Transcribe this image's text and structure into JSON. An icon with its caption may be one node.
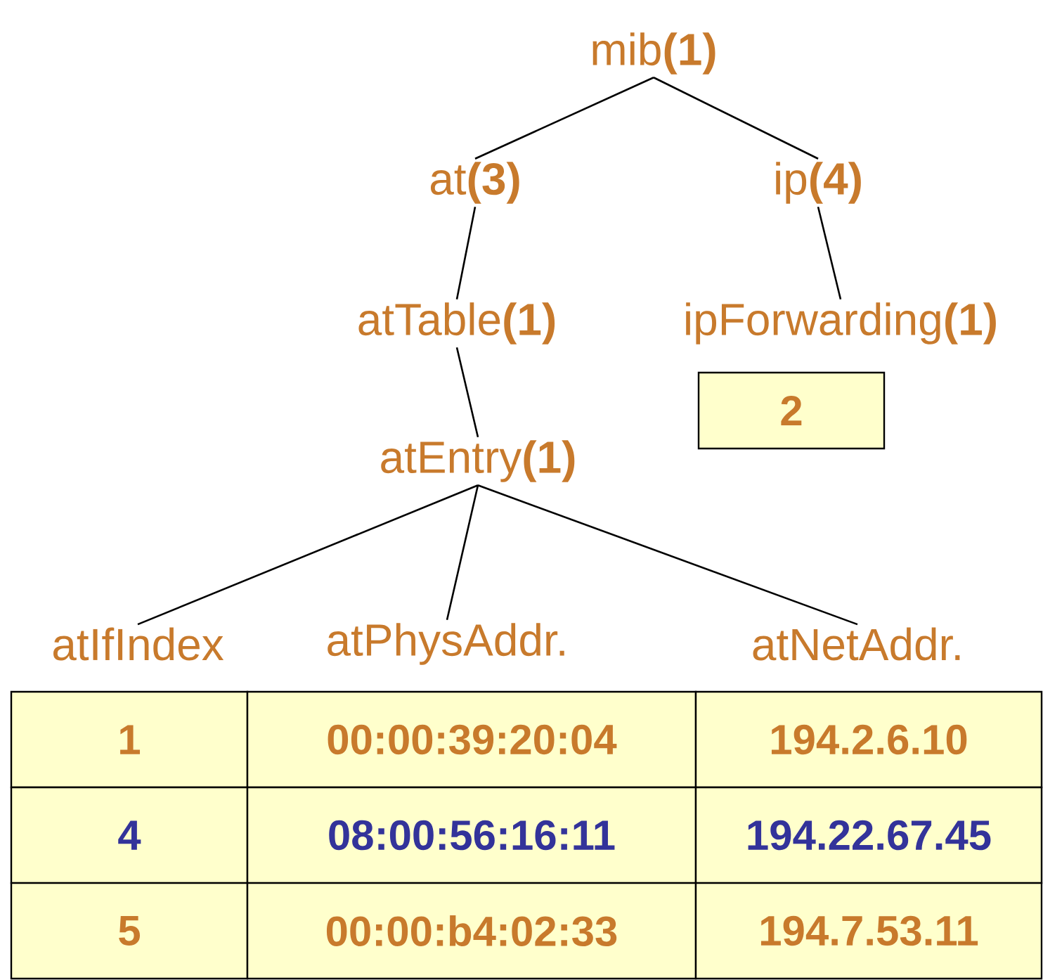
{
  "diagram": {
    "nodes": [
      {
        "text": [
          "mib**(1)**"
        ]
      },
      {
        "text": [
          "at**(3)**"
        ]
      },
      {
        "text": [
          "ip**(4)**"
        ]
      },
      {
        "text": [
          "atTable**(1)**"
        ]
      },
      {
        "text": [
          "ipForwarding**(1)**"
        ]
      },
      {
        "text": [
          "2"
        ]
      },
      {
        "text": [
          "atEntry**(1)**"
        ]
      },
      {
        "text": [
          "atIfIndex"
        ]
      },
      {
        "text": [
          "atPhysAddr."
        ]
      },
      {
        "text": [
          "atNetAddr."
        ]
      }
    ],
    "edges": [
      {
        "from": 0,
        "to": 1,
        "arrow": "none"
      },
      {
        "from": 0,
        "to": 2,
        "arrow": "none"
      },
      {
        "from": 1,
        "to": 3,
        "arrow": "none"
      },
      {
        "from": 2,
        "to": 4,
        "arrow": "none"
      },
      {
        "from": 3,
        "to": 6,
        "arrow": "none"
      },
      {
        "from": 6,
        "to": 7,
        "arrow": "none"
      },
      {
        "from": 6,
        "to": 8,
        "arrow": "none"
      },
      {
        "from": 6,
        "to": 9,
        "arrow": "none"
      }
    ],
    "labels": [
      "1",
      "00:00:39:20:04",
      "194.2.6.10",
      "4",
      "08:00:56:16:11",
      "194.22.67.45",
      "5",
      "00:00:b4:02:33",
      "194.7.53.11"
    ]
  }
}
